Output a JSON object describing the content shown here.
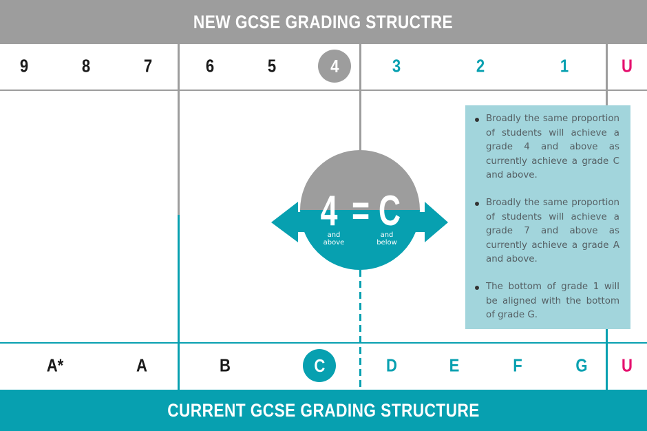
{
  "colors": {
    "grey": "#9d9d9d",
    "teal": "#07a0b0",
    "pink": "#e5106e",
    "black": "#1a1a1a",
    "box": "#a2d5dc"
  },
  "top": {
    "title": "NEW GCSE GRADING STRUCTRE",
    "grades": [
      "9",
      "8",
      "7",
      "6",
      "5",
      "4",
      "3",
      "2",
      "1",
      "U"
    ]
  },
  "bottom": {
    "title": "CURRENT GCSE GRADING STRUCTURE",
    "grades": [
      "A*",
      "A",
      "B",
      "C",
      "D",
      "E",
      "F",
      "G",
      "U"
    ]
  },
  "center": {
    "left_value": "4",
    "equals": "=",
    "right_value": "C",
    "left_sub": "and above",
    "right_sub": "and below"
  },
  "info": {
    "bullets": [
      "Broadly the same proportion of students will achieve a grade 4 and above as currently achieve a grade C and above.",
      "Broadly the same proportion of students will achieve a grade 7 and above as currently achieve a grade A and above.",
      "The bottom of grade 1 will be aligned with the bottom of grade G."
    ]
  }
}
